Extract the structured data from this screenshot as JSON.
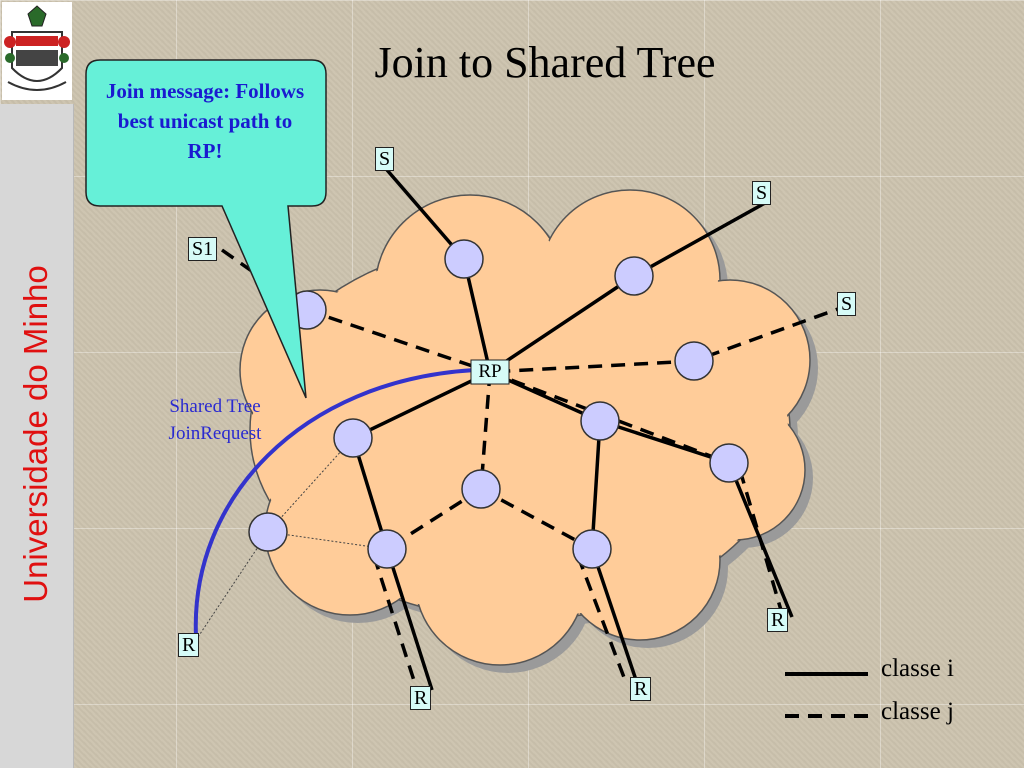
{
  "slide": {
    "title": "Join to Shared Tree",
    "sidebar_text": "Universidade do Minho",
    "logo": "university-crest"
  },
  "callout": {
    "text": "Join message: Follows best unicast path to RP!"
  },
  "annotation": {
    "line1": "Shared Tree",
    "line2": "JoinRequest"
  },
  "nodes": {
    "rp": "RP",
    "s1": "S1",
    "s_top": "S",
    "s_upper_right": "S",
    "s_right": "S",
    "r_left": "R",
    "r_bottom_left": "R",
    "r_bottom_mid": "R",
    "r_right": "R"
  },
  "legend": {
    "solid": "classe i",
    "dashed": "classe j"
  },
  "colors": {
    "cloud_fill": "#ffcc99",
    "router_fill": "#ccccff",
    "callout_fill": "#66f0d8",
    "tree_path": "#3333cc",
    "sidebar_text": "#e01010"
  }
}
